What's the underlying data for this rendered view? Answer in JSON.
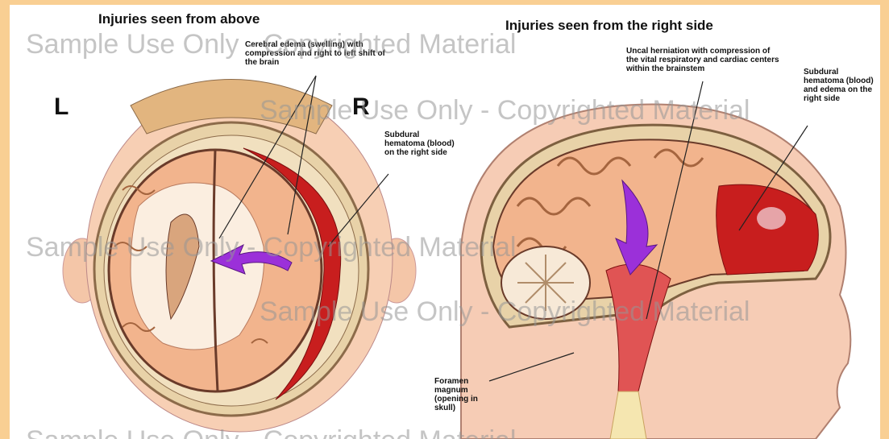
{
  "titles": {
    "above": "Injuries seen from above",
    "right_side": "Injuries seen from the right side"
  },
  "orientation": {
    "left": "L",
    "right": "R"
  },
  "labels": {
    "edema": "Cerebral edema (swelling) with compression and right to left shift of the brain",
    "subdural_top": "Subdural hematoma (blood) on the right side",
    "uncal": "Uncal herniation with compression of the vital respiratory and cardiac centers within the brainstem",
    "subdural_side": "Subdural hematoma (blood) and edema on the right side",
    "foramen": "Foramen magnum (opening in skull)"
  },
  "watermark": "Sample Use Only - Copyrighted Material",
  "colors": {
    "background": "#f9cf93",
    "hematoma": "#c81e1e",
    "arrow": "#9b30d9",
    "brain": "#f2b48d"
  },
  "icons": [
    "shift-arrow-icon",
    "herniation-arrow-icon"
  ]
}
